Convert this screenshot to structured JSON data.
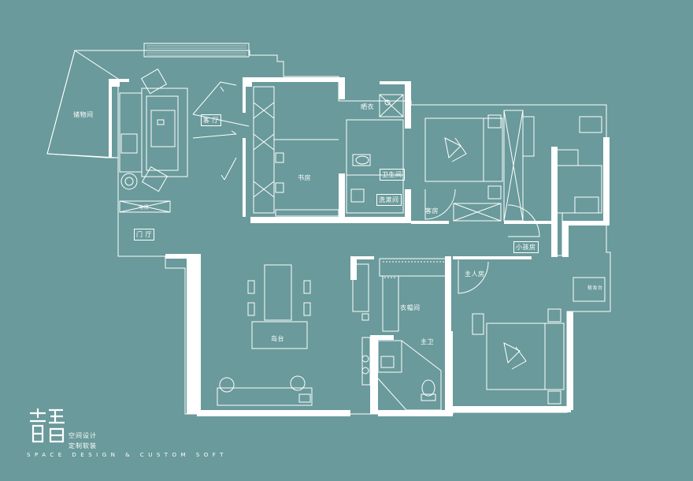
{
  "background_color": "#6a9a9b",
  "line_color": "#ffffff",
  "rooms": {
    "storage": "储物间",
    "living": "客 厅",
    "study": "书房",
    "laundry": "晒衣",
    "bath": "卫生间",
    "wash": "洗漱间",
    "guest": "客房",
    "tv": "电视",
    "foyer": "门 厅",
    "kids": "小孩房",
    "closet": "衣帽间",
    "master": "主人房",
    "vanity": "梳妆台",
    "island": "岛台",
    "master_bath": "主卫"
  },
  "brand": {
    "line1": "空间设计",
    "line2": "定制软装",
    "tagline": "SPACE DESIGN & CUSTOM SOFT"
  }
}
